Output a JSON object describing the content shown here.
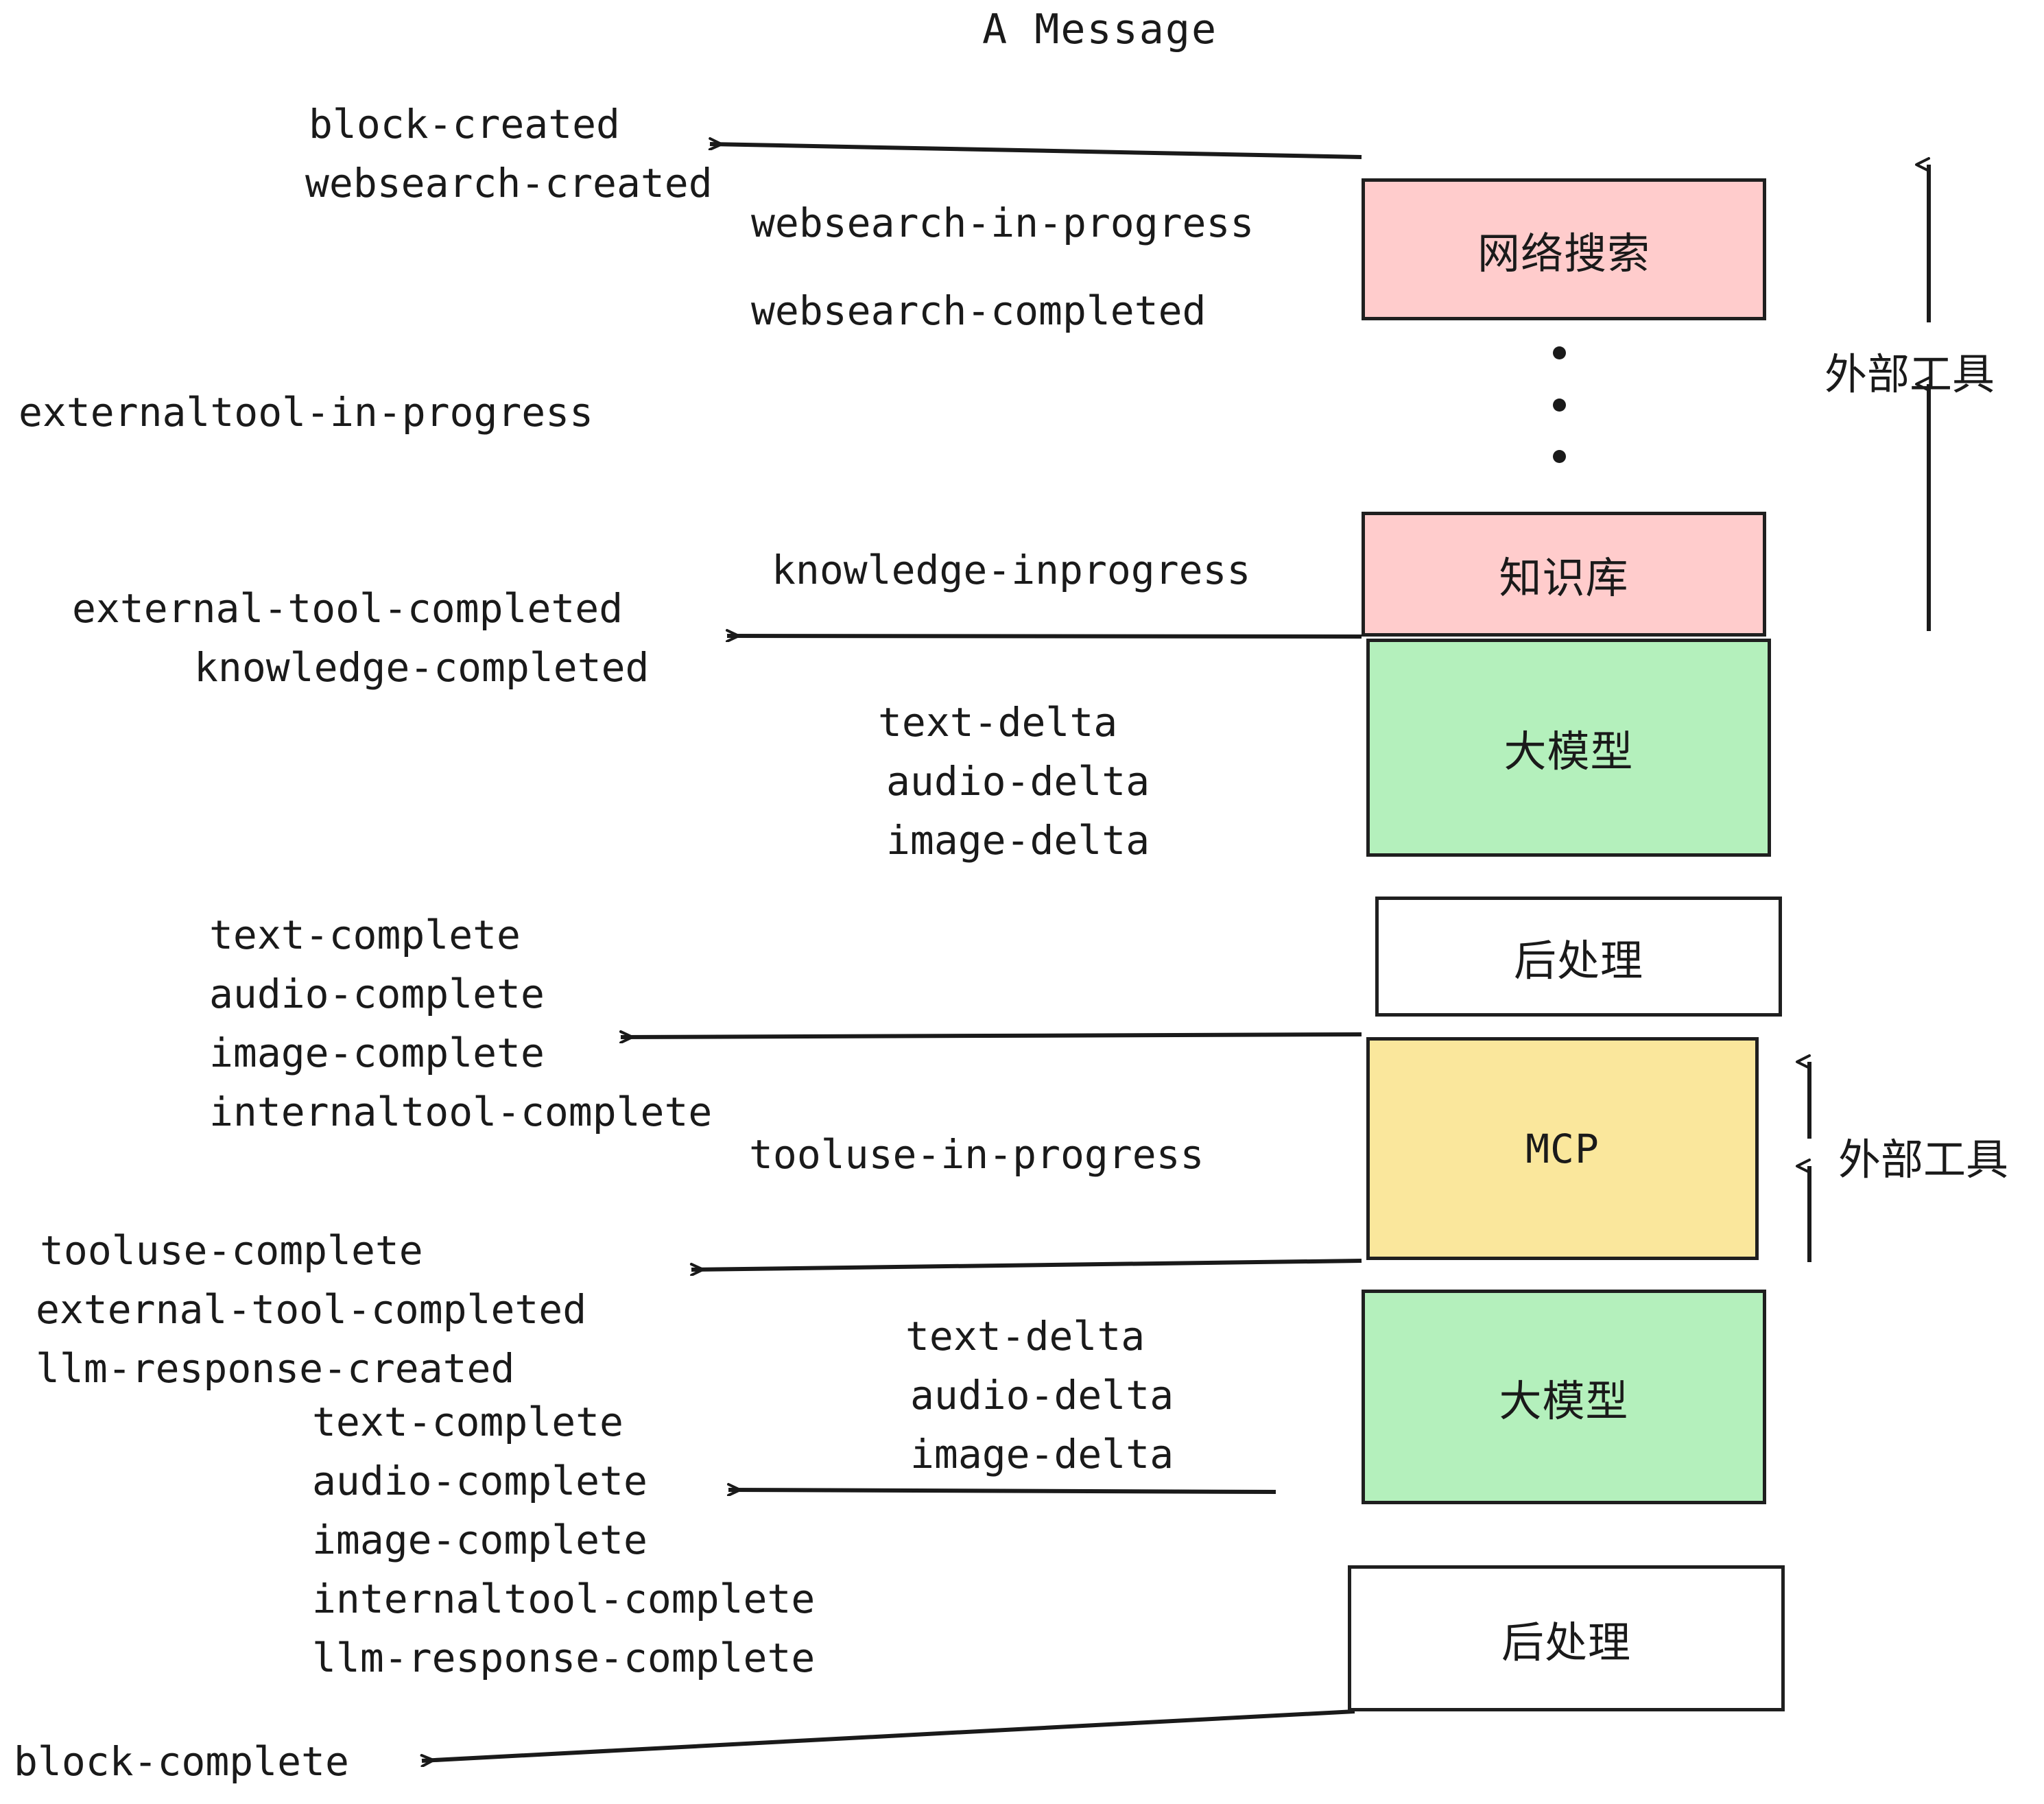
{
  "title": "A Message",
  "colors": {
    "pink": "#FFCCCC",
    "green": "#B4F0BC",
    "yellow": "#FAE79C",
    "white": "#FFFFFF",
    "stroke": "#1F1F1F",
    "text": "#1A1A1A"
  },
  "nodes": [
    {
      "id": "websearch",
      "label": "网络搜索",
      "fill": "#FFCCCC"
    },
    {
      "id": "knowledge",
      "label": "知识库",
      "fill": "#FFCCCC"
    },
    {
      "id": "llm-1",
      "label": "大模型",
      "fill": "#B4F0BC"
    },
    {
      "id": "postprocess-1",
      "label": "后处理",
      "fill": "#FFFFFF"
    },
    {
      "id": "mcp",
      "label": "MCP",
      "fill": "#FAE79C"
    },
    {
      "id": "llm-2",
      "label": "大模型",
      "fill": "#B4F0BC"
    },
    {
      "id": "postprocess-2",
      "label": "后处理",
      "fill": "#FFFFFF"
    }
  ],
  "brackets": [
    {
      "id": "external-tools-top",
      "label": "外部工具"
    },
    {
      "id": "external-tools-bottom",
      "label": "外部工具"
    }
  ],
  "event_groups": [
    {
      "id": "block-created-group",
      "events": [
        "block-created",
        "websearch-created"
      ]
    },
    {
      "id": "websearch-progress-group",
      "events": [
        "websearch-in-progress",
        "websearch-completed"
      ]
    },
    {
      "id": "externaltool-in-progress-group",
      "events": [
        "externaltool-in-progress"
      ]
    },
    {
      "id": "knowledge-inprogress-group",
      "events": [
        "knowledge-inprogress"
      ]
    },
    {
      "id": "external-tool-completed-group",
      "events": [
        "external-tool-completed",
        "knowledge-completed"
      ]
    },
    {
      "id": "llm-delta-group-1",
      "events": [
        "text-delta",
        "audio-delta",
        "image-delta"
      ]
    },
    {
      "id": "complete-group-1",
      "events": [
        "text-complete",
        "audio-complete",
        "image-complete",
        "internaltool-complete"
      ]
    },
    {
      "id": "tooluse-in-progress-group",
      "events": [
        "tooluse-in-progress"
      ]
    },
    {
      "id": "tooluse-complete-group",
      "events": [
        "tooluse-complete",
        "external-tool-completed",
        "llm-response-created"
      ]
    },
    {
      "id": "llm-delta-group-2",
      "events": [
        "text-delta",
        "audio-delta",
        "image-delta"
      ]
    },
    {
      "id": "complete-group-2",
      "events": [
        "text-complete",
        "audio-complete",
        "image-complete",
        "internaltool-complete",
        "llm-response-complete"
      ]
    },
    {
      "id": "block-complete-group",
      "events": [
        "block-complete"
      ]
    }
  ]
}
